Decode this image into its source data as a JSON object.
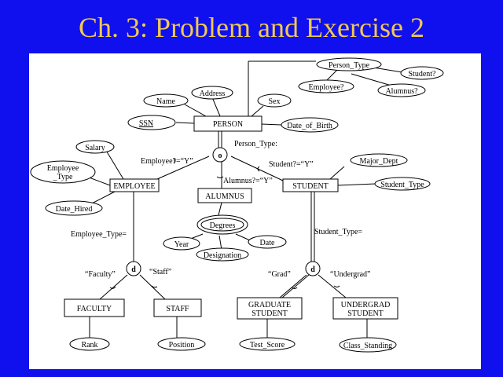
{
  "slide": {
    "title": "Ch. 3: Problem and Exercise 2",
    "colors": {
      "background": "#1010ee",
      "title": "#f0c850",
      "panel": "#ffffff"
    }
  },
  "entities": {
    "person": "PERSON",
    "employee": "EMPLOYEE",
    "alumnus": "ALUMNUS",
    "student": "STUDENT",
    "faculty": "FACULTY",
    "staff": "STAFF",
    "graduate_line1": "GRADUATE",
    "graduate_line2": "STUDENT",
    "undergrad_line1": "UNDERGRAD",
    "undergrad_line2": "STUDENT"
  },
  "attributes": {
    "person_type": "Person_Type",
    "employee_q": "Employee?",
    "student_q": "Student?",
    "alumnus_q": "Alumnus?",
    "name": "Name",
    "address": "Address",
    "sex": "Sex",
    "ssn": "SSN",
    "date_of_birth": "Date_of_Birth",
    "salary": "Salary",
    "employee_type_line1": "Employee",
    "employee_type_line2": "_Type",
    "date_hired": "Date_Hired",
    "major_dept": "Major_Dept",
    "student_type": "Student_Type",
    "degrees": "Degrees",
    "year": "Year",
    "date": "Date",
    "designation": "Designation",
    "rank": "Rank",
    "position": "Position",
    "test_score": "Test_Score",
    "class_standing": "Class_Standing"
  },
  "symbols": {
    "overlap": "o",
    "disjoint_left": "d",
    "disjoint_right": "d"
  },
  "labels": {
    "person_type_disc": "Person_Type:",
    "employee_cond": "Employee?=“Y”",
    "student_cond": "Student?=“Y”",
    "alumnus_cond": "Alumnus?=“Y”",
    "employee_type_disc": "Employee_Type=",
    "student_type_disc": "Student_Type=",
    "faculty_cond": "“Faculty”",
    "staff_cond": "“Staff”",
    "grad_cond": "“Grad”",
    "undergrad_cond": "“Undergrad”"
  }
}
